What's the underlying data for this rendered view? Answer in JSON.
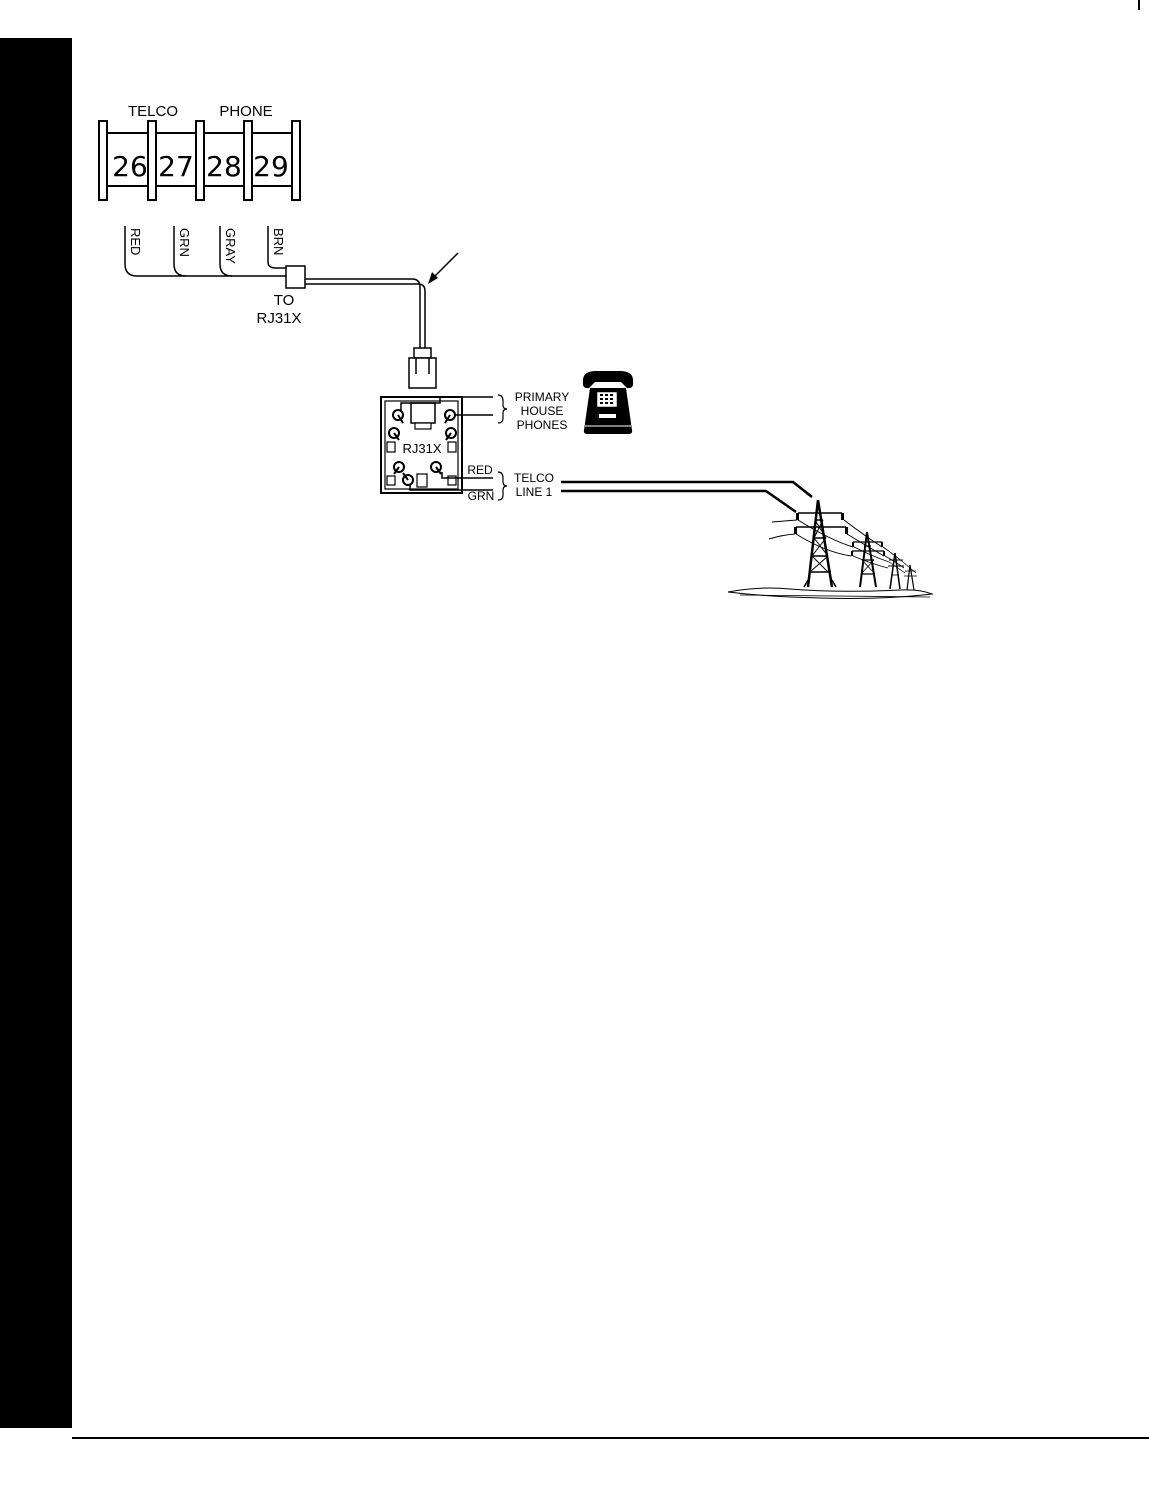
{
  "terminal_block": {
    "group_labels": {
      "telco": "TELCO",
      "phone": "PHONE"
    },
    "terminals": [
      "26",
      "27",
      "28",
      "29"
    ]
  },
  "wires": [
    "RED",
    "GRN",
    "GRAY",
    "BRN"
  ],
  "plug_label": {
    "line1": "TO",
    "line2": "RJ31X"
  },
  "jack": {
    "label": "RJ31X",
    "terminal_wires": {
      "red": "RED",
      "grn": "GRN"
    }
  },
  "house_phones": {
    "line1": "PRIMARY",
    "line2": "HOUSE",
    "line3": "PHONES"
  },
  "telco_line": {
    "line1": "TELCO",
    "line2": "LINE 1"
  },
  "colors": {
    "sidebar": "#000000",
    "line": "#000000",
    "background": "#ffffff"
  },
  "icons": [
    "telephone-icon",
    "power-line-towers-icon"
  ]
}
